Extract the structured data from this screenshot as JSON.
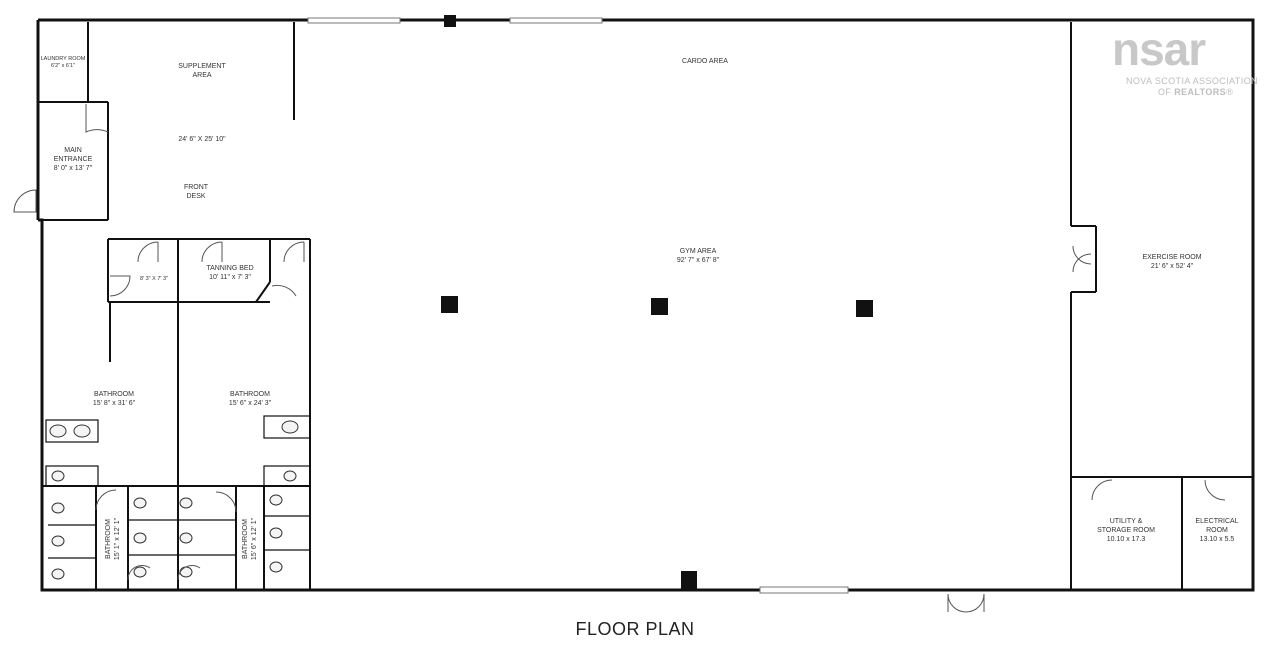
{
  "title": "FLOOR PLAN",
  "logo": {
    "mark": "nsar",
    "line1": "NOVA SCOTIA ASSOCIATION",
    "line2_prefix": "OF ",
    "line2_bold": "REALTORS",
    "line2_suffix": "®"
  },
  "rooms": {
    "laundry": {
      "name": "LAUNDRY ROOM",
      "dims": "6'2\" x 6'1\""
    },
    "supplement": {
      "name1": "SUPPLEMENT",
      "name2": "AREA",
      "dims": "24' 6\" x 25' 10\""
    },
    "front_desk": {
      "name1": "FRONT",
      "name2": "DESK"
    },
    "main_entrance": {
      "name1": "MAIN",
      "name2": "ENTRANCE",
      "dims": "8' 0\" x 13' 7\""
    },
    "cardio": {
      "name": "CARDO AREA"
    },
    "gym": {
      "name": "GYM AREA",
      "dims": "92' 7\" x 67' 8\""
    },
    "exercise": {
      "name": "EXERCISE ROOM",
      "dims": "21' 6\" x 52' 4\""
    },
    "small_room": {
      "dims": "8' 3\" x 7' 3\""
    },
    "tanning": {
      "name": "TANNING BED",
      "dims": "10' 11\" x 7' 3\""
    },
    "bathroom_left": {
      "name": "BATHROOM",
      "dims": "15' 8\" x 31' 6\""
    },
    "bathroom_right": {
      "name": "BATHROOM",
      "dims": "15' 6\" x 24' 3\""
    },
    "bathroom_stall_left": {
      "name": "BATHROOM",
      "dims": "15' 1\" x 12' 1\""
    },
    "bathroom_stall_right": {
      "name": "BATHROOM",
      "dims": "15' 6\" x 12' 1\""
    },
    "utility": {
      "name1": "UTILITY &",
      "name2": "STORAGE ROOM",
      "dims": "10.10 x 17.3"
    },
    "electrical": {
      "name1": "ELECTRICAL",
      "name2": "ROOM",
      "dims": "13.10 x 5.5"
    }
  }
}
